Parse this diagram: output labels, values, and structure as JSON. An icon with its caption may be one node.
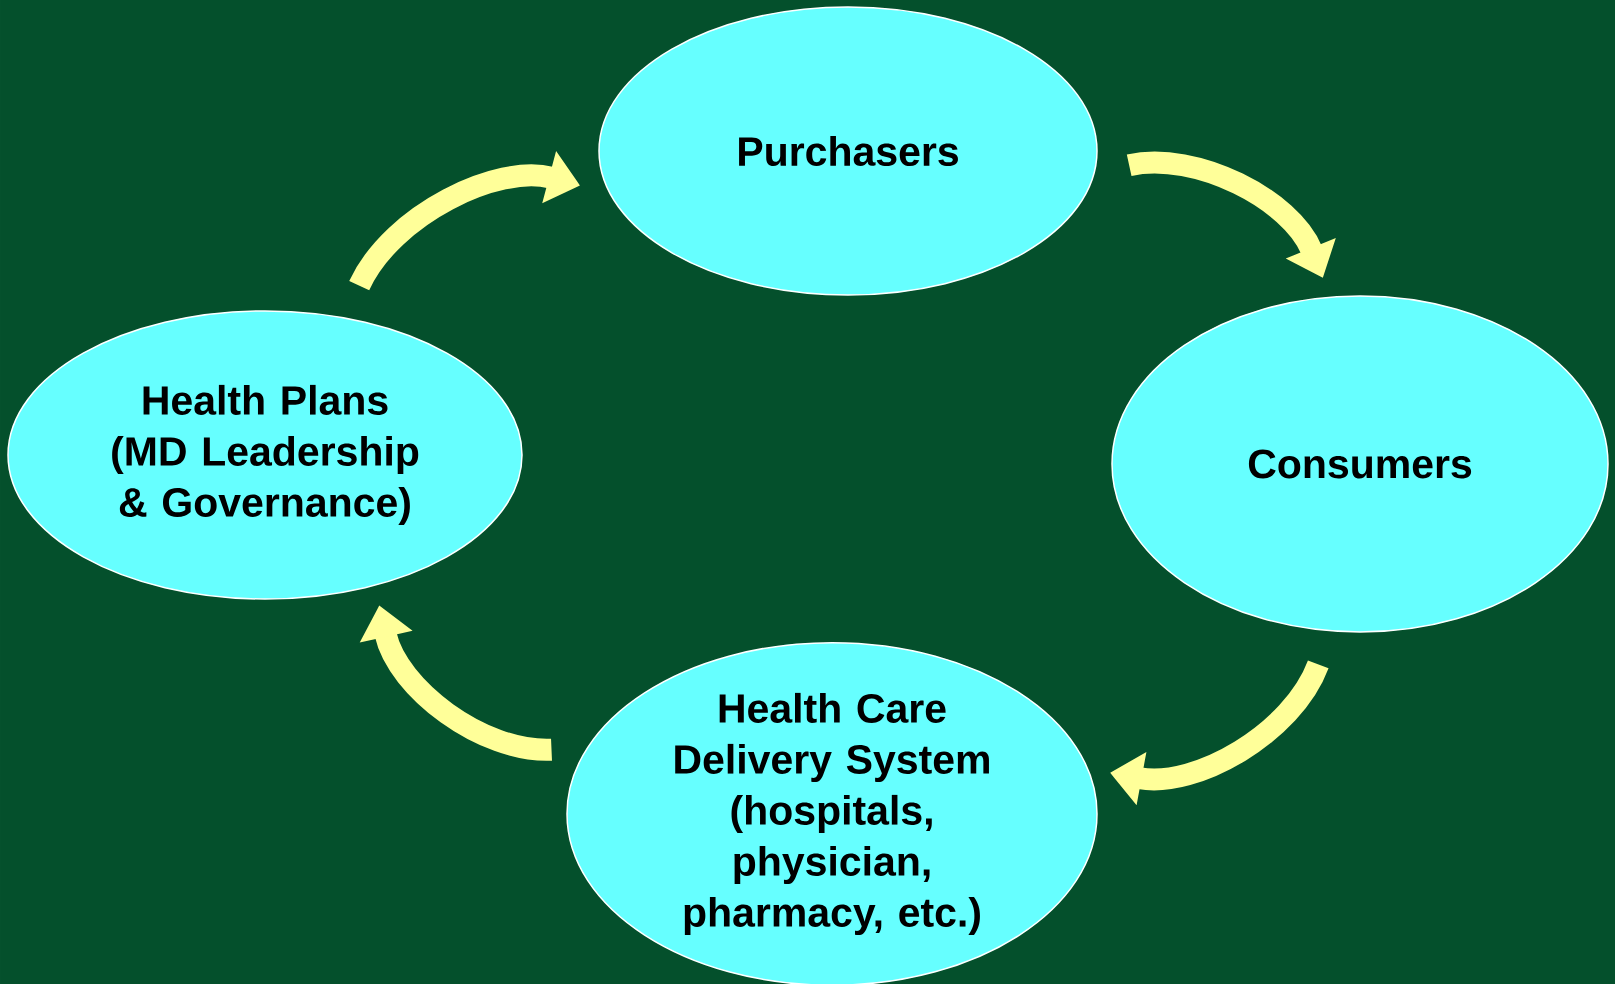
{
  "diagram": {
    "nodes": [
      {
        "text": [
          "Purchasers"
        ]
      },
      {
        "text": [
          "Consumers"
        ]
      },
      {
        "text": [
          "Health Care Delivery System (hospitals, physician, pharmacy, etc.)"
        ]
      },
      {
        "text": [
          "Health Plans (MD Leadership & Governance)"
        ]
      }
    ],
    "edges": [
      {
        "from": 3,
        "to": 0,
        "arrow": "to"
      },
      {
        "from": 0,
        "to": 1,
        "arrow": "to"
      },
      {
        "from": 1,
        "to": 2,
        "arrow": "to"
      },
      {
        "from": 2,
        "to": 3,
        "arrow": "to"
      }
    ]
  }
}
